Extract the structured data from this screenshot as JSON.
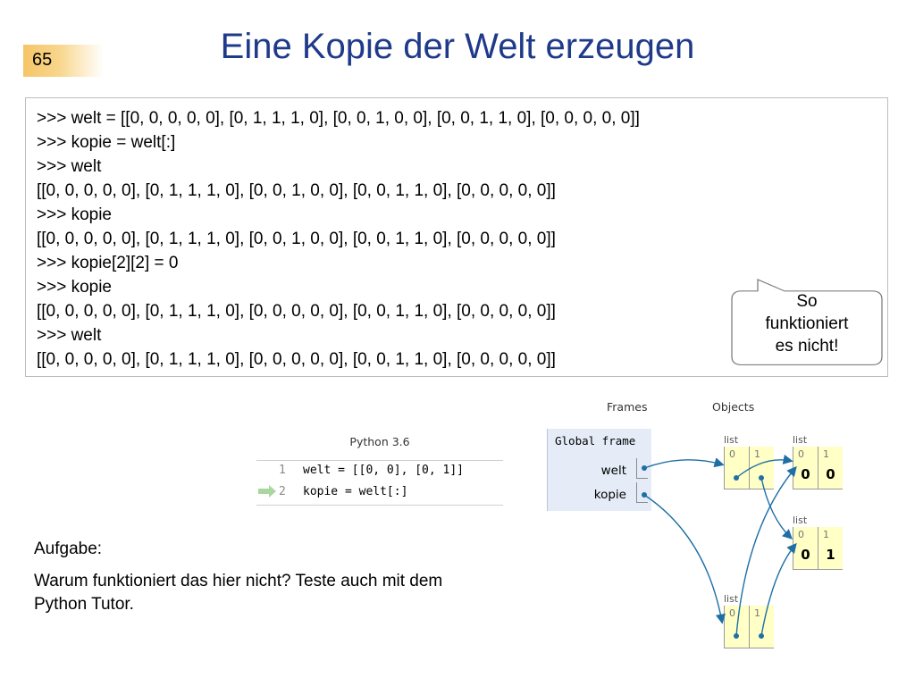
{
  "slide": {
    "number": "65",
    "title": "Eine Kopie der Welt erzeugen"
  },
  "console": {
    "lines": [
      ">>> welt = [[0, 0, 0, 0, 0], [0, 1, 1, 1, 0], [0, 0, 1, 0, 0], [0, 0, 1, 1, 0], [0, 0, 0, 0, 0]]",
      ">>> kopie = welt[:]",
      ">>> welt",
      "[[0, 0, 0, 0, 0], [0, 1, 1, 1, 0], [0, 0, 1, 0, 0], [0, 0, 1, 1, 0], [0, 0, 0, 0, 0]]",
      ">>> kopie",
      "[[0, 0, 0, 0, 0], [0, 1, 1, 1, 0], [0, 0, 1, 0, 0], [0, 0, 1, 1, 0], [0, 0, 0, 0, 0]]",
      ">>> kopie[2][2] = 0",
      ">>> kopie",
      "[[0, 0, 0, 0, 0], [0, 1, 1, 1, 0], [0, 0, 0, 0, 0], [0, 0, 1, 1, 0], [0, 0, 0, 0, 0]]",
      ">>> welt",
      "[[0, 0, 0, 0, 0], [0, 1, 1, 1, 0], [0, 0, 0, 0, 0], [0, 0, 1, 1, 0], [0, 0, 0, 0, 0]]"
    ]
  },
  "callout": {
    "lines": [
      "So",
      "funktioniert",
      "es nicht!"
    ]
  },
  "tutor_code": {
    "header": "Python 3.6",
    "lines": [
      {
        "num": "1",
        "code": "welt = [[0, 0], [0, 1]]"
      },
      {
        "num": "2",
        "code": "kopie = welt[:]"
      }
    ]
  },
  "tutor_viz": {
    "frames_label": "Frames",
    "objects_label": "Objects",
    "global_frame": "Global frame",
    "variables": [
      "welt",
      "kopie"
    ],
    "list_label": "list",
    "outer_welt": {
      "indices": [
        "0",
        "1"
      ]
    },
    "outer_kopie": {
      "indices": [
        "0",
        "1"
      ]
    },
    "inner_a": {
      "indices": [
        "0",
        "1"
      ],
      "values": [
        "0",
        "0"
      ]
    },
    "inner_b": {
      "indices": [
        "0",
        "1"
      ],
      "values": [
        "0",
        "1"
      ]
    },
    "arrow_color": "#1d6fa5"
  },
  "task": {
    "heading": "Aufgabe:",
    "text": "Warum funktioniert das hier nicht? Teste auch mit dem Python Tutor."
  },
  "colors": {
    "title": "#1f3a8a",
    "cell_bg": "#ffffc6",
    "frame_bg": "#e5ecf7"
  }
}
